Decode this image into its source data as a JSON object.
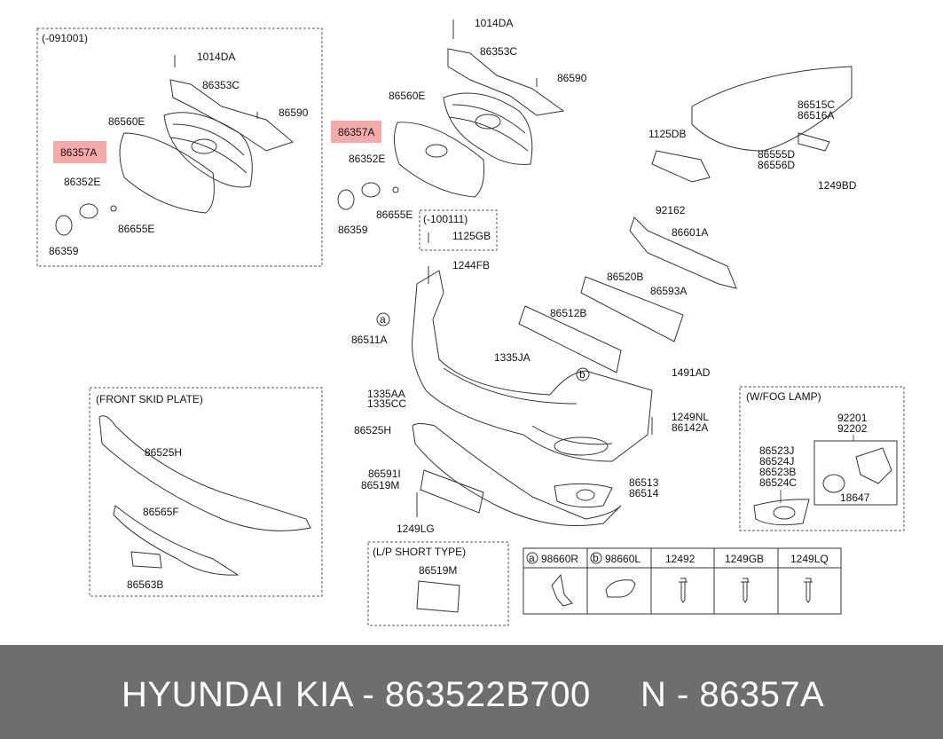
{
  "colors": {
    "highlight": "#f39a9a",
    "footer_bg": "#6e6e6e",
    "footer_text": "#ffffff"
  },
  "groups": {
    "early": "(-091001)",
    "later": "(-100111)",
    "skid": "(FRONT SKID PLATE)",
    "lp": "(L/P SHORT TYPE)",
    "fog": "(W/FOG LAMP)"
  },
  "labels": [
    "1014DA",
    "86353C",
    "86590",
    "86560E",
    "86357A",
    "86352E",
    "86655E",
    "86359",
    "1014DA",
    "86353C",
    "86590",
    "86560E",
    "86357A",
    "86352E",
    "86655E",
    "86359",
    "1125GB",
    "1244FB",
    "86511A",
    "86520B",
    "86593A",
    "86512B",
    "86601A",
    "86515C",
    "86516A",
    "1125DB",
    "86555D",
    "86556D",
    "1249BD",
    "92162",
    "1335JA",
    "1491AD",
    "1335AA",
    "1335CC",
    "1249NL",
    "86142A",
    "86525H",
    "86591I",
    "86519M",
    "86513",
    "86514",
    "1249LG",
    "86525H",
    "86565F",
    "86563B",
    "86519M",
    "92201",
    "92202",
    "86523J",
    "86524J",
    "86523B",
    "86524C",
    "18647"
  ],
  "callouts": {
    "a": "a",
    "b": "b"
  },
  "table": {
    "headers": [
      {
        "badge": "a",
        "part": "98660R"
      },
      {
        "badge": "b",
        "part": "98660L"
      },
      {
        "badge": "",
        "part": "12492"
      },
      {
        "badge": "",
        "part": "1249GB"
      },
      {
        "badge": "",
        "part": "1249LQ"
      }
    ]
  },
  "footer": {
    "brand": "HYUNDAI",
    "oem": "KIA - 863522B700",
    "part": "N - 86357A"
  }
}
